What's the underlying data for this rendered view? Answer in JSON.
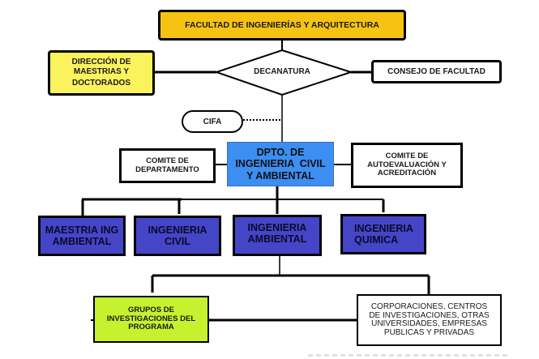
{
  "diagram": {
    "title_node": {
      "label": "FACULTAD DE INGENIERÍAS Y ARQUITECTURA",
      "color": "#f7c313"
    },
    "left_node": {
      "lines": [
        "DIRECCIÓN DE",
        "MAESTRIAS Y",
        "DOCTORADOS"
      ],
      "color": "#fbf35e"
    },
    "decision_node": {
      "label": "DECANATURA",
      "shape": "diamond"
    },
    "right_node": {
      "label": "CONSEJO DE FACULTAD",
      "color": "#ffffff"
    },
    "cifa_node": {
      "label": "CIFA",
      "connection": "dotted"
    },
    "department_node": {
      "lines": [
        "DPTO. DE",
        "INGENIERIA  CIVIL",
        "Y AMBIENTAL"
      ],
      "color": "#3d8ef2"
    },
    "committee_left": {
      "lines": [
        "COMITE DE",
        "DEPARTAMENTO"
      ]
    },
    "committee_right": {
      "lines": [
        "COMITE DE",
        "AUTOEVALUACIÓN Y",
        "ACREDITACIÓN"
      ]
    },
    "programs": [
      {
        "lines": [
          "MAESTRIA ING",
          "AMBIENTAL"
        ]
      },
      {
        "lines": [
          "INGENIERIA",
          "CIVIL"
        ]
      },
      {
        "lines": [
          "INGENIERIA",
          "AMBIENTAL"
        ]
      },
      {
        "lines": [
          "INGENIERIA",
          "QUIMICA"
        ]
      }
    ],
    "programs_color": "#4545c8",
    "research_node": {
      "lines": [
        "GRUPOS DE",
        "INVESTIGACIONES DEL",
        "PROGRAMA"
      ],
      "color": "#c6f12e"
    },
    "external_node": {
      "lines": [
        "CORPORACIONES, CENTROS",
        "DE INVESTIGACIONES, OTRAS",
        "UNIVERSIDADES, EMPRESAS",
        "PUBLICAS Y PRIVADAS"
      ]
    }
  }
}
